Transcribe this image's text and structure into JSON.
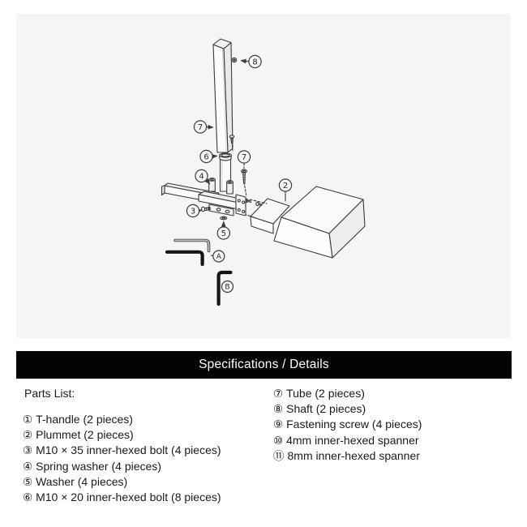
{
  "banner": {
    "label": "Specifications / Details",
    "bg": "#040404",
    "text_color": "#ffffff"
  },
  "diagram": {
    "panel_bg": "#f5f5f5",
    "line_color": "#3a3a3a",
    "callouts": {
      "c8": "8",
      "c7a": "7",
      "c6": "6",
      "c7b": "7",
      "c4": "4",
      "c2": "2",
      "c3": "3",
      "c5": "5",
      "cA": "A",
      "cB": "B"
    }
  },
  "parts_list": {
    "title": "Parts List:",
    "left_column": [
      {
        "num": "①",
        "label": "T-handle (2 pieces)"
      },
      {
        "num": "②",
        "label": "Plummet (2 pieces)"
      },
      {
        "num": "③",
        "label": "M10 × 35 inner-hexed bolt (4 pieces)"
      },
      {
        "num": "④",
        "label": "Spring washer (4 pieces)"
      },
      {
        "num": "⑤",
        "label": "Washer (4 pieces)"
      },
      {
        "num": "⑥",
        "label": "M10 × 20 inner-hexed bolt (8 pieces)"
      }
    ],
    "right_column": [
      {
        "num": "⑦",
        "label": "Tube (2 pieces)"
      },
      {
        "num": "⑧",
        "label": "Shaft (2 pieces)"
      },
      {
        "num": "⑨",
        "label": "Fastening screw (4 pieces)"
      },
      {
        "num": "⑩",
        "label": "4mm inner-hexed spanner"
      },
      {
        "num": "⑪",
        "label": "8mm inner-hexed spanner"
      }
    ]
  }
}
